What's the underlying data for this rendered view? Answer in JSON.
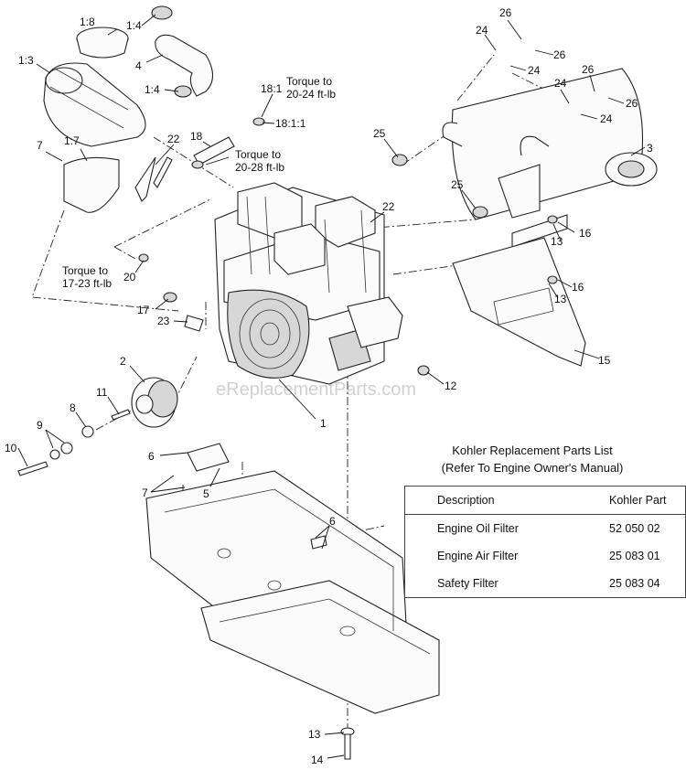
{
  "callouts": {
    "c1_8": "1:8",
    "c1_4a": "1:4",
    "c1_3": "1:3",
    "c4": "4",
    "c1_4b": "1:4",
    "c7a": "7",
    "c1_7": "1:7",
    "c22a": "22",
    "c18_1": "18:1",
    "c18_1_1": "18:1:1",
    "c18": "18",
    "c20": "20",
    "c17": "17",
    "c23": "23",
    "c2": "2",
    "c11": "11",
    "c8": "8",
    "c9": "9",
    "c10": "10",
    "c1": "1",
    "c6a": "6",
    "c7b": "7",
    "c5": "5",
    "c6b": "6",
    "c13a": "13",
    "c14": "14",
    "c26a": "26",
    "c24a": "24",
    "c26b": "26",
    "c24b": "24",
    "c26c": "26",
    "c24c": "24",
    "c26d": "26",
    "c24d": "24",
    "c3": "3",
    "c25a": "25",
    "c25b": "25",
    "c22b": "22",
    "c16a": "16",
    "c13b": "13",
    "c16b": "16",
    "c13c": "13",
    "c15": "15",
    "c12": "12"
  },
  "torque": {
    "t1": {
      "line1": "Torque to",
      "line2": "20-24 ft-lb"
    },
    "t2": {
      "line1": "Torque to",
      "line2": "20-28 ft-lb"
    },
    "t3": {
      "line1": "Torque to",
      "line2": "17-23 ft-lb"
    }
  },
  "watermark": "eReplacementParts.com",
  "parts_panel": {
    "title_line1": "Kohler Replacement Parts List",
    "title_line2": "(Refer To Engine Owner's Manual)",
    "headers": {
      "description": "Description",
      "part": "Kohler Part"
    },
    "rows": [
      {
        "description": "Engine Oil Filter",
        "part": "52 050 02"
      },
      {
        "description": "Engine Air Filter",
        "part": "25 083 01"
      },
      {
        "description": "Safety Filter",
        "part": "25 083 04"
      }
    ]
  }
}
